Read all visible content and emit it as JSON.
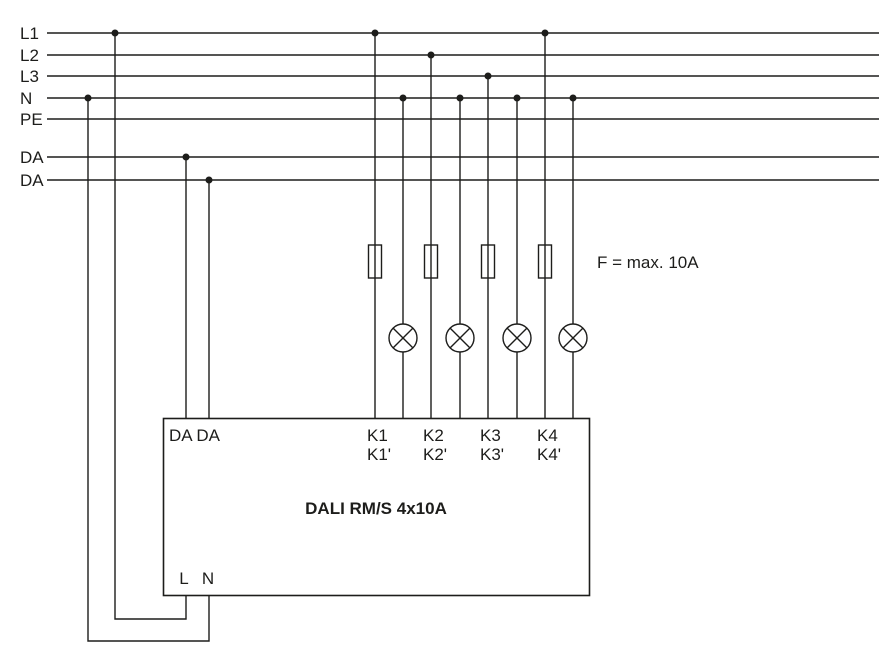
{
  "colors": {
    "line": "#1d1d1b",
    "background": "#ffffff"
  },
  "diagram": {
    "bus_lines": [
      {
        "label": "L1"
      },
      {
        "label": "L2"
      },
      {
        "label": "L3"
      },
      {
        "label": "N"
      },
      {
        "label": "PE"
      },
      {
        "label": "DA"
      },
      {
        "label": "DA"
      }
    ],
    "fuse_note": "F = max. 10A",
    "icons": {
      "fuse-icon": "narrow vertical rectangle on conductor",
      "lamp-icon": "circle with diagonal cross"
    },
    "module": {
      "title": "DALI RM/S 4x10A",
      "da_terminals": "DA DA",
      "channels": [
        {
          "terminal_top": "K1",
          "terminal_bottom": "K1'",
          "feed_phase": "L1"
        },
        {
          "terminal_top": "K2",
          "terminal_bottom": "K2'",
          "feed_phase": "L2"
        },
        {
          "terminal_top": "K3",
          "terminal_bottom": "K3'",
          "feed_phase": "L3"
        },
        {
          "terminal_top": "K4",
          "terminal_bottom": "K4'",
          "feed_phase": "L1"
        }
      ],
      "l_terminal": "L",
      "n_terminal": "N"
    }
  }
}
